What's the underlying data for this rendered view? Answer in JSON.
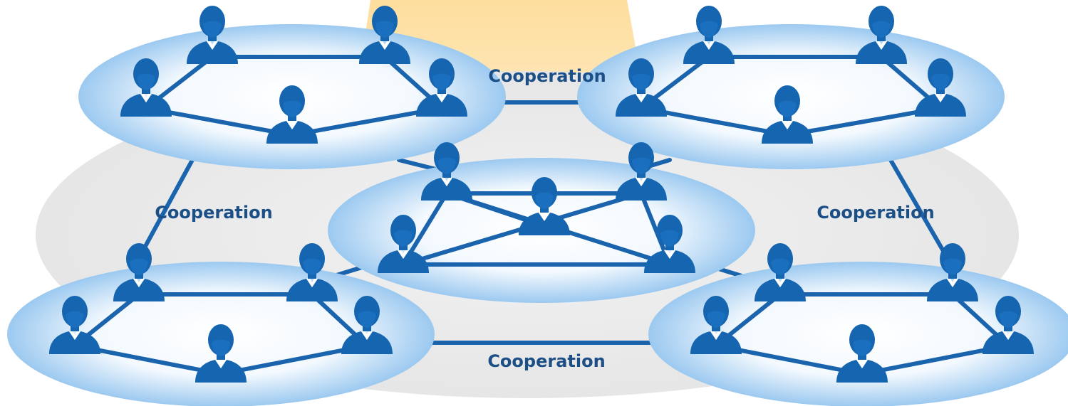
{
  "labels": {
    "top": "Cooperation",
    "left": "Cooperation",
    "right": "Cooperation",
    "bottom": "Cooperation"
  },
  "colors": {
    "person": "#1565b0",
    "line": "#1a63ad",
    "label": "#1c4f86",
    "group_fill_center": "#ffffff",
    "group_fill_edge": "#9cc9f0",
    "backdrop": "#ebebeb",
    "glow": "#fcd98e"
  },
  "groups": [
    {
      "id": "top-left",
      "members": 5,
      "topology": "ring"
    },
    {
      "id": "top-right",
      "members": 5,
      "topology": "ring"
    },
    {
      "id": "center",
      "members": 5,
      "topology": "ring-with-cross"
    },
    {
      "id": "bottom-left",
      "members": 5,
      "topology": "ring"
    },
    {
      "id": "bottom-right",
      "members": 5,
      "topology": "ring"
    }
  ]
}
